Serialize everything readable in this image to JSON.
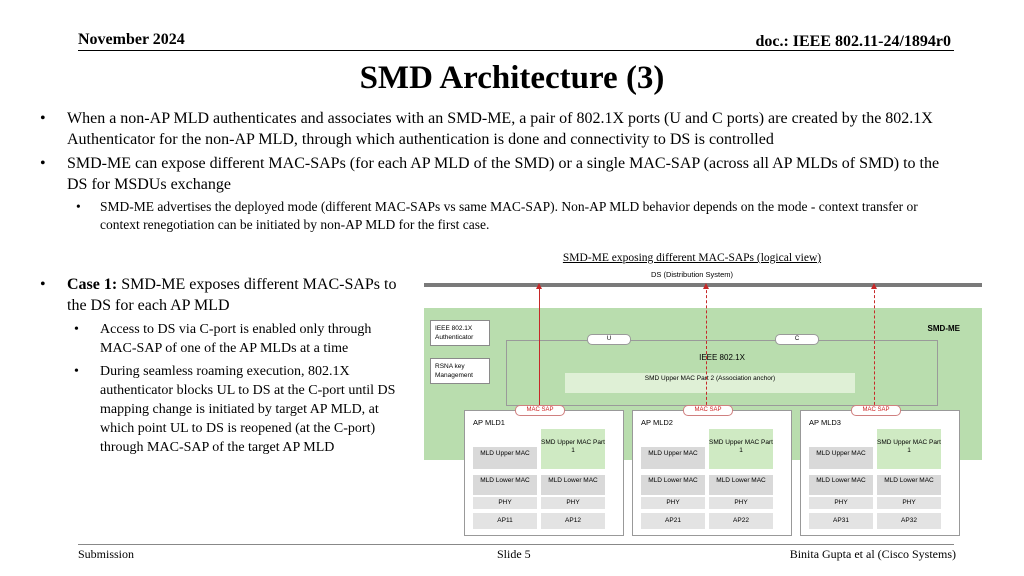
{
  "header": {
    "date": "November 2024",
    "doc": "doc.: IEEE 802.11-24/1894r0"
  },
  "title": "SMD Architecture (3)",
  "bullets": [
    "When a non-AP MLD authenticates and associates with an SMD-ME, a pair of 802.1X ports (U and C ports) are created by the 802.1X Authenticator for the non-AP MLD, through which authentication is done and connectivity to DS is controlled",
    "SMD-ME can expose different MAC-SAPs (for each AP MLD of the SMD) or a single MAC-SAP (across all AP MLDs of SMD) to the DS for MSDUs exchange"
  ],
  "sub_bullet": "SMD-ME advertises the deployed mode (different MAC-SAPs vs same MAC-SAP). Non-AP MLD behavior depends on the mode - context transfer or context renegotiation can be initiated by non-AP MLD for the first case.",
  "case1": {
    "label": "Case 1:",
    "text": "SMD-ME exposes different MAC-SAPs to the DS for each AP MLD",
    "sub": [
      "Access to DS via C-port is enabled only through MAC-SAP of one of the AP MLDs at a time",
      "During seamless roaming execution, 802.1X authenticator blocks UL to DS at the C-port until DS mapping change is initiated by target AP MLD, at which point UL to DS is reopened (at the C-port) through MAC-SAP of the target AP MLD"
    ]
  },
  "diagram": {
    "title": "SMD-ME exposing different MAC-SAPs (logical view)",
    "ds": "DS (Distribution System)",
    "smd_me": "SMD-ME",
    "authenticator": "IEEE 802.1X Authenticator",
    "rsna": "RSNA key Management",
    "u_port": "U",
    "c_port": "C",
    "ieee": "IEEE 802.1X",
    "upper2": "SMD Upper MAC Part 2 (Association anchor)",
    "mac_sap": "MAC SAP",
    "upper1": "SMD Upper MAC Part 1",
    "mld_upper": "MLD Upper MAC",
    "mld_lower": "MLD Lower MAC",
    "phy": "PHY",
    "line_color": "#c62828",
    "smd_color": "#b9ddae",
    "mlds": [
      {
        "name": "AP MLD1",
        "aps": [
          "AP11",
          "AP12"
        ]
      },
      {
        "name": "AP MLD2",
        "aps": [
          "AP21",
          "AP22"
        ]
      },
      {
        "name": "AP MLD3",
        "aps": [
          "AP31",
          "AP32"
        ]
      }
    ]
  },
  "footer": {
    "left": "Submission",
    "center": "Slide 5",
    "right": "Binita Gupta et al (Cisco Systems)"
  }
}
